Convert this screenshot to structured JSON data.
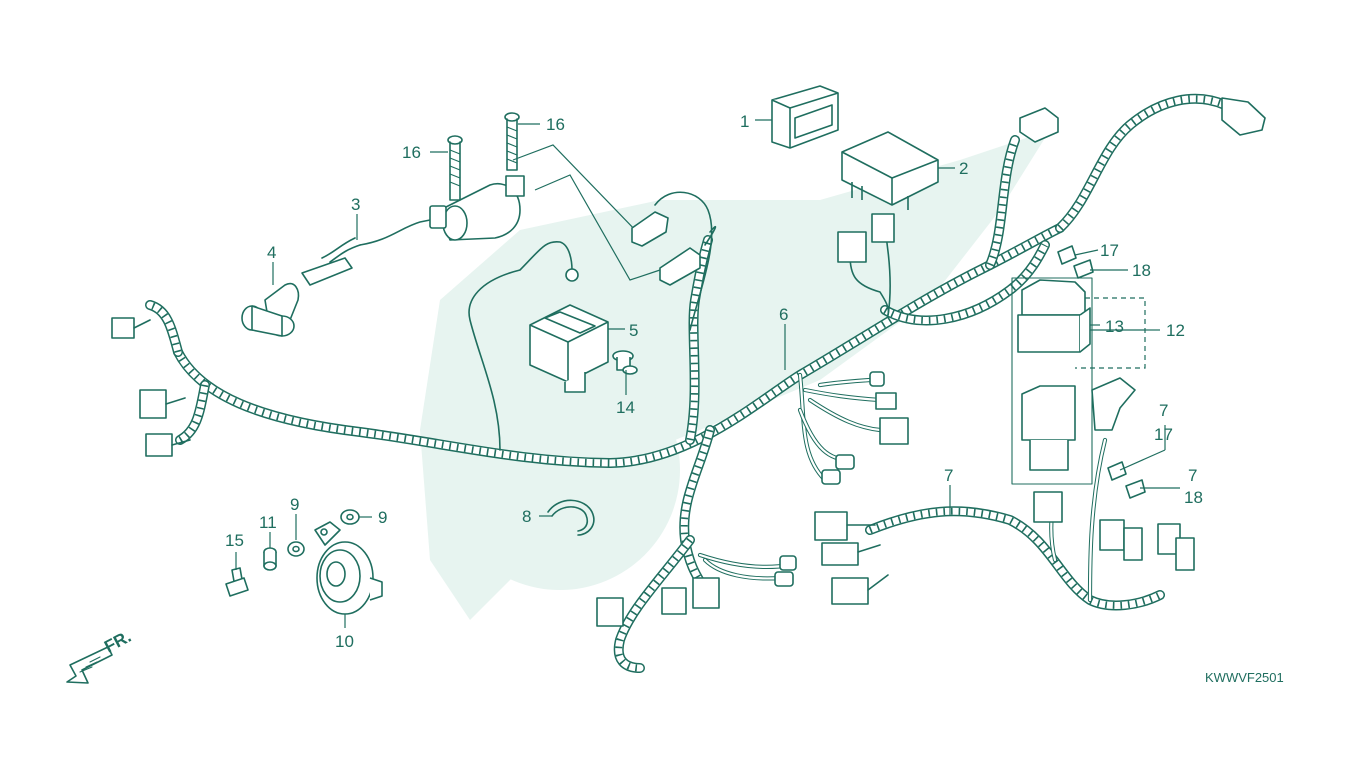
{
  "diagram": {
    "drawing_code": "KWWVF2501",
    "front_marker": "FR.",
    "colors": {
      "line": "#1f6e5f",
      "label": "#1f6e5f",
      "watermark": "#e7f4f0"
    },
    "callouts": [
      {
        "id": "c1",
        "text": "1"
      },
      {
        "id": "c2",
        "text": "2"
      },
      {
        "id": "c3",
        "text": "3"
      },
      {
        "id": "c4",
        "text": "4"
      },
      {
        "id": "c5",
        "text": "5"
      },
      {
        "id": "c6",
        "text": "6"
      },
      {
        "id": "c7a",
        "text": "7"
      },
      {
        "id": "c7b",
        "text": "7"
      },
      {
        "id": "c7c",
        "text": "7"
      },
      {
        "id": "c8",
        "text": "8"
      },
      {
        "id": "c9a",
        "text": "9"
      },
      {
        "id": "c9b",
        "text": "9"
      },
      {
        "id": "c10",
        "text": "10"
      },
      {
        "id": "c11",
        "text": "11"
      },
      {
        "id": "c12",
        "text": "12"
      },
      {
        "id": "c13",
        "text": "13"
      },
      {
        "id": "c14",
        "text": "14"
      },
      {
        "id": "c15",
        "text": "15"
      },
      {
        "id": "c16a",
        "text": "16"
      },
      {
        "id": "c16b",
        "text": "16"
      },
      {
        "id": "c17a",
        "text": "17"
      },
      {
        "id": "c17b",
        "text": "17"
      },
      {
        "id": "c18a",
        "text": "18"
      },
      {
        "id": "c18b",
        "text": "18"
      }
    ]
  }
}
